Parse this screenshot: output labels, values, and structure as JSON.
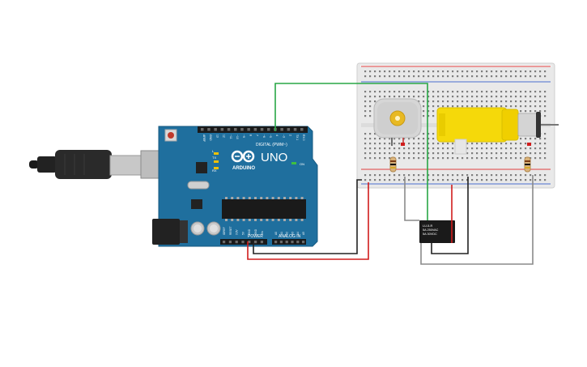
{
  "arduino": {
    "logo_text": "UNO",
    "brand": "ARDUINO",
    "digital_header": "DIGITAL (PWM~)",
    "power_label": "POWER",
    "analog_label": "ANALOG IN",
    "tx": "TX",
    "rx": "RX",
    "l_led": "L",
    "on_led": "ON",
    "digital_pins": [
      "AREF",
      "GND",
      "13",
      "12",
      "~11",
      "~10",
      "~9",
      "8",
      "7",
      "~6",
      "~5",
      "4",
      "~3",
      "2",
      "TX 1",
      "RX 0"
    ],
    "power_pins": [
      "IOREF",
      "RESET",
      "3.3V",
      "5V",
      "GND",
      "GND",
      "Vin"
    ],
    "analog_pins": [
      "A0",
      "A1",
      "A2",
      "A3",
      "A4",
      "A5"
    ]
  },
  "relay": {
    "lines": [
      "LU-5-R",
      "5A 250VAC",
      "5A 30VDC"
    ]
  },
  "colors": {
    "board": "#1f6f9e",
    "board_edge": "#175a82",
    "wire_green": "#28a745",
    "wire_red": "#d01c1c",
    "wire_black": "#222222",
    "wire_gray": "#8a8a8a",
    "motor_yellow": "#f5d90a",
    "breadboard": "#e9e9e9",
    "rail_red": "#e04040",
    "rail_blue": "#4a6fd0"
  },
  "icons": [
    "usb-plug-icon",
    "dc-motor-icon",
    "gear-motor-icon",
    "resistor-icon",
    "relay-icon"
  ]
}
